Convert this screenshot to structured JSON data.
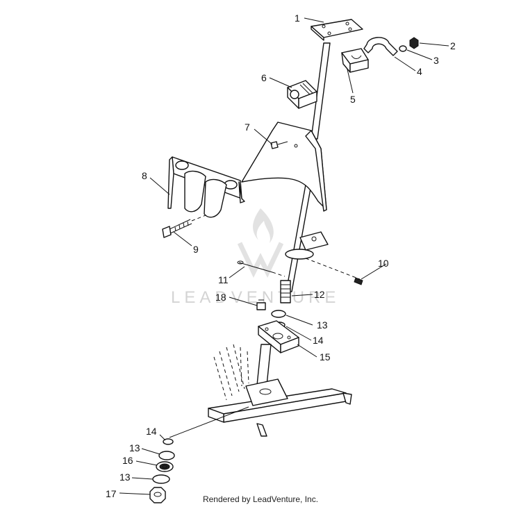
{
  "callouts": [
    "1",
    "2",
    "3",
    "4",
    "5",
    "6",
    "7",
    "8",
    "9",
    "10",
    "11",
    "12",
    "13",
    "14",
    "15",
    "14",
    "13",
    "16",
    "13",
    "17",
    "18"
  ],
  "watermark": "LEADVENTURE",
  "footer": "Rendered by LeadVenture, Inc."
}
